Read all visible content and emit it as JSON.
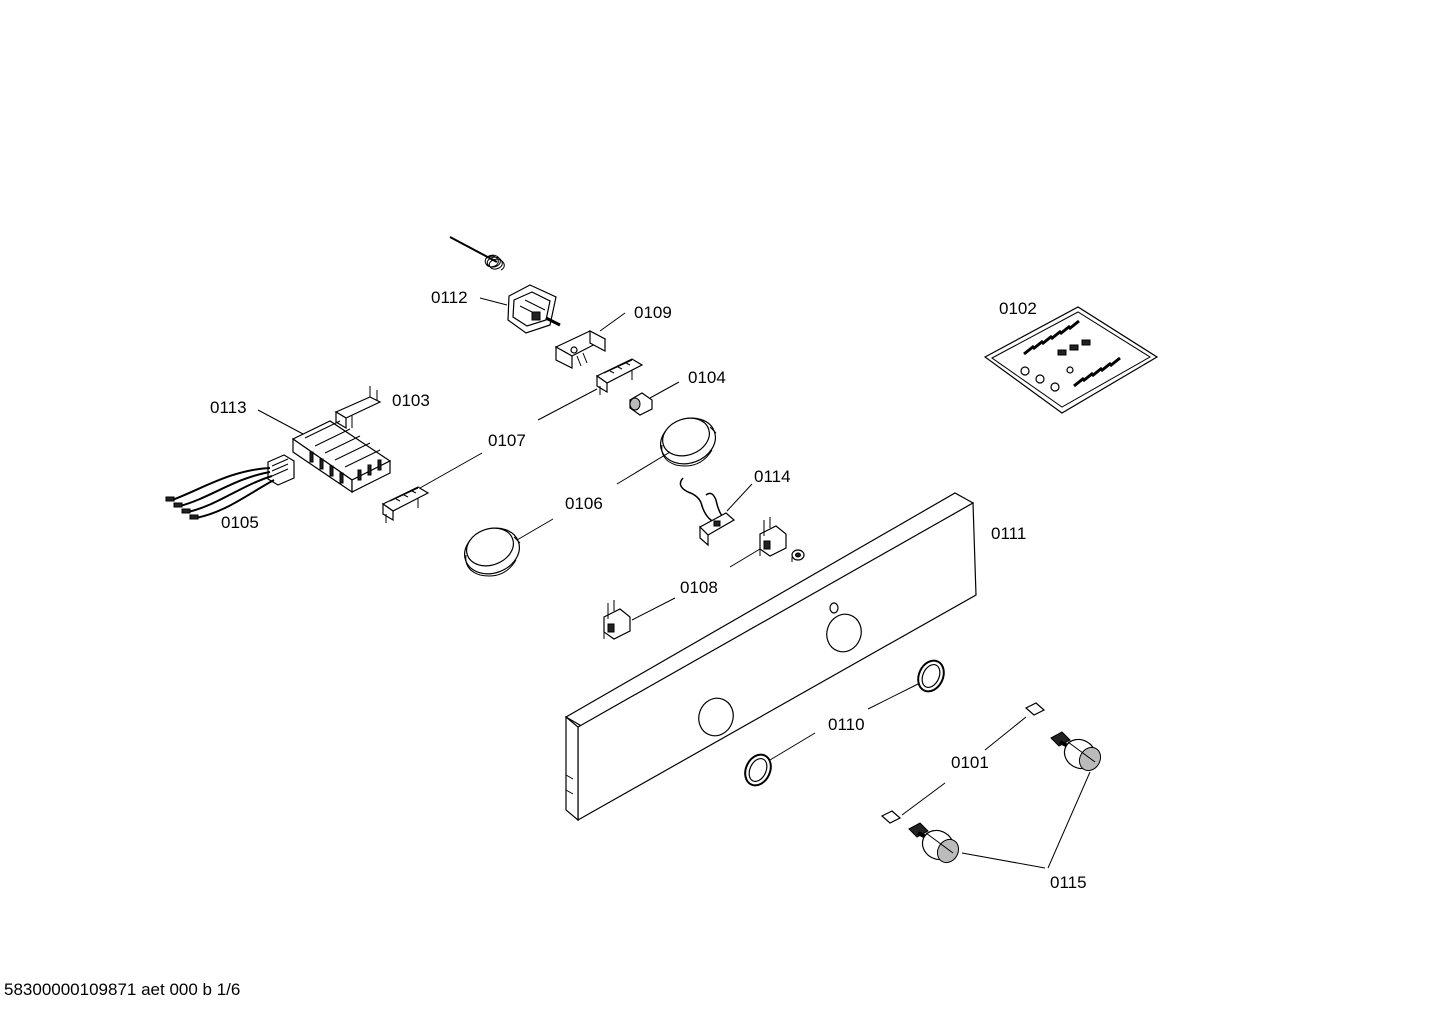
{
  "diagram": {
    "labels": {
      "p0101": "0101",
      "p0102": "0102",
      "p0103": "0103",
      "p0104": "0104",
      "p0105": "0105",
      "p0106": "0106",
      "p0107": "0107",
      "p0108": "0108",
      "p0109": "0109",
      "p0110": "0110",
      "p0111": "0111",
      "p0112": "0112",
      "p0113": "0113",
      "p0114": "0114",
      "p0115": "0115"
    }
  },
  "footer": {
    "code": "58300000109871 aet 000 b 1/6"
  }
}
